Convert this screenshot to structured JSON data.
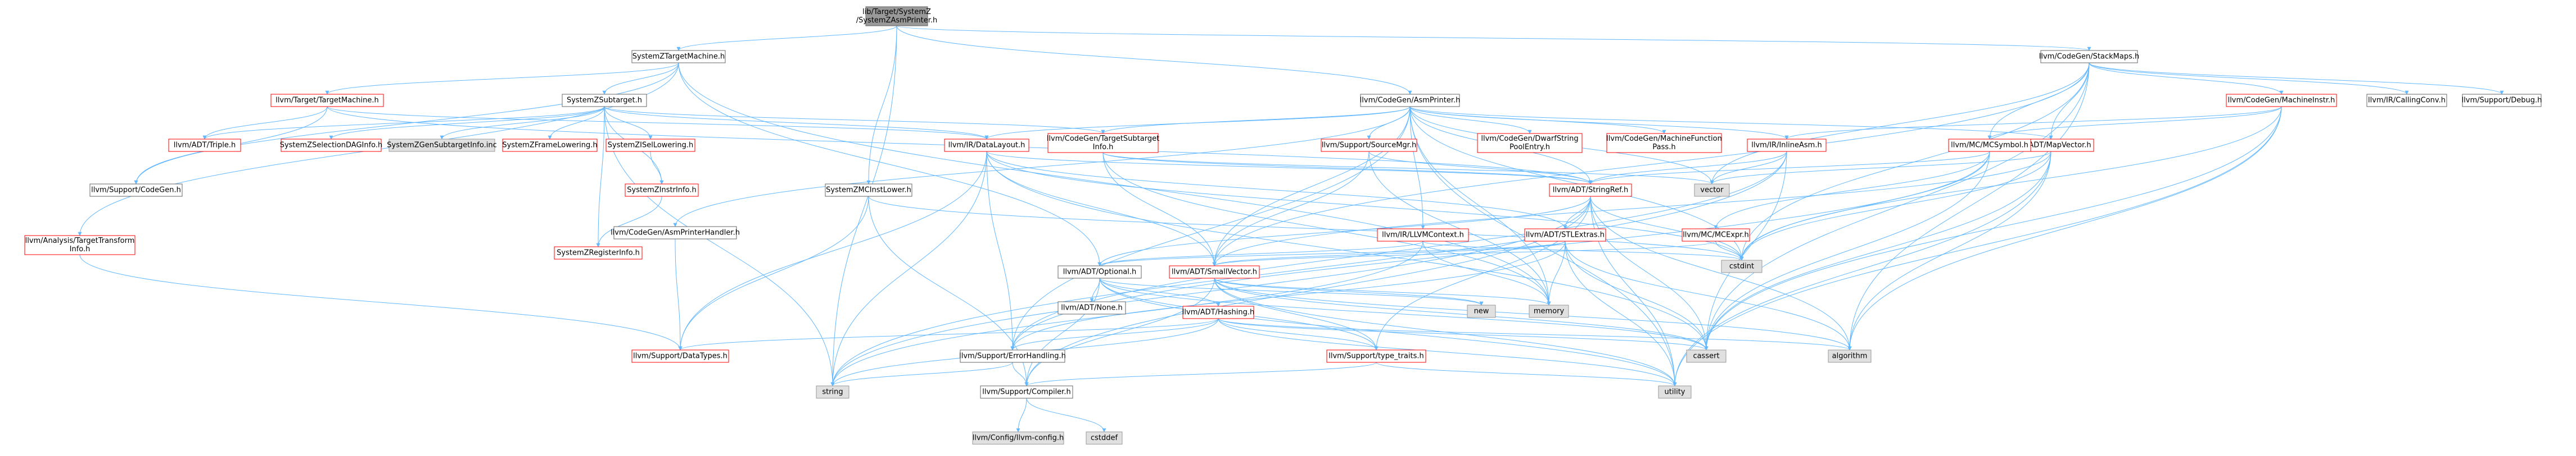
{
  "colors": {
    "root_fill": "#999999",
    "documented_border": "#666666",
    "truncated_border": "#ff0000",
    "system_fill": "#e0e0e0",
    "edge": "#63b8ff"
  },
  "nodes": [
    {
      "id": "root",
      "lines": [
        "lib/Target/SystemZ",
        "/SystemZAsmPrinter.h"
      ],
      "kind": "root"
    },
    {
      "id": "stm",
      "lines": [
        "SystemZTargetMachine.h"
      ],
      "kind": "doc"
    },
    {
      "id": "stackmaps",
      "lines": [
        "llvm/CodeGen/StackMaps.h"
      ],
      "kind": "doc"
    },
    {
      "id": "ttm",
      "lines": [
        "llvm/Target/TargetMachine.h"
      ],
      "kind": "red"
    },
    {
      "id": "subtarget",
      "lines": [
        "SystemZSubtarget.h"
      ],
      "kind": "doc"
    },
    {
      "id": "asmprinter",
      "lines": [
        "llvm/CodeGen/AsmPrinter.h"
      ],
      "kind": "doc"
    },
    {
      "id": "machineinstr",
      "lines": [
        "llvm/CodeGen/MachineInstr.h"
      ],
      "kind": "red"
    },
    {
      "id": "callingconv",
      "lines": [
        "llvm/IR/CallingConv.h"
      ],
      "kind": "doc"
    },
    {
      "id": "debug",
      "lines": [
        "llvm/Support/Debug.h"
      ],
      "kind": "doc"
    },
    {
      "id": "triple",
      "lines": [
        "llvm/ADT/Triple.h"
      ],
      "kind": "red"
    },
    {
      "id": "seldag",
      "lines": [
        "SystemZSelectionDAGInfo.h"
      ],
      "kind": "red"
    },
    {
      "id": "geninc",
      "lines": [
        "SystemZGenSubtargetInfo.inc"
      ],
      "kind": "sys"
    },
    {
      "id": "frame",
      "lines": [
        "SystemZFrameLowering.h"
      ],
      "kind": "red"
    },
    {
      "id": "isel",
      "lines": [
        "SystemZISelLowering.h"
      ],
      "kind": "red"
    },
    {
      "id": "datalayout",
      "lines": [
        "llvm/IR/DataLayout.h"
      ],
      "kind": "red"
    },
    {
      "id": "tsi",
      "lines": [
        "llvm/CodeGen/TargetSubtarget",
        "Info.h"
      ],
      "kind": "red"
    },
    {
      "id": "dwarf",
      "lines": [
        "llvm/CodeGen/DwarfString",
        "PoolEntry.h"
      ],
      "kind": "red"
    },
    {
      "id": "mfpass",
      "lines": [
        "llvm/CodeGen/MachineFunction",
        "Pass.h"
      ],
      "kind": "red"
    },
    {
      "id": "inlineasm",
      "lines": [
        "llvm/IR/InlineAsm.h"
      ],
      "kind": "red"
    },
    {
      "id": "mapvector",
      "lines": [
        "llvm/ADT/MapVector.h"
      ],
      "kind": "red"
    },
    {
      "id": "mcsymbol",
      "lines": [
        "llvm/MC/MCSymbol.h"
      ],
      "kind": "red"
    },
    {
      "id": "sourcemgr",
      "lines": [
        "llvm/Support/SourceMgr.h"
      ],
      "kind": "red"
    },
    {
      "id": "codegen",
      "lines": [
        "llvm/Support/CodeGen.h"
      ],
      "kind": "doc"
    },
    {
      "id": "instrinfo",
      "lines": [
        "SystemZInstrInfo.h"
      ],
      "kind": "red"
    },
    {
      "id": "mcinstlower",
      "lines": [
        "SystemZMCInstLower.h"
      ],
      "kind": "doc"
    },
    {
      "id": "stringref",
      "lines": [
        "llvm/ADT/StringRef.h"
      ],
      "kind": "red"
    },
    {
      "id": "vector",
      "lines": [
        "vector"
      ],
      "kind": "sys"
    },
    {
      "id": "tti",
      "lines": [
        "llvm/Analysis/TargetTransform",
        "Info.h"
      ],
      "kind": "red"
    },
    {
      "id": "reginfo",
      "lines": [
        "SystemZRegisterInfo.h"
      ],
      "kind": "red"
    },
    {
      "id": "asmhandler",
      "lines": [
        "llvm/CodeGen/AsmPrinterHandler.h"
      ],
      "kind": "doc"
    },
    {
      "id": "llvmcontext",
      "lines": [
        "llvm/IR/LLVMContext.h"
      ],
      "kind": "red"
    },
    {
      "id": "stlextras",
      "lines": [
        "llvm/ADT/STLExtras.h"
      ],
      "kind": "red"
    },
    {
      "id": "mcexpr",
      "lines": [
        "llvm/MC/MCExpr.h"
      ],
      "kind": "red"
    },
    {
      "id": "cstdint",
      "lines": [
        "cstdint"
      ],
      "kind": "sys"
    },
    {
      "id": "optional",
      "lines": [
        "llvm/ADT/Optional.h"
      ],
      "kind": "doc"
    },
    {
      "id": "smallvector",
      "lines": [
        "llvm/ADT/SmallVector.h"
      ],
      "kind": "red"
    },
    {
      "id": "none",
      "lines": [
        "llvm/ADT/None.h"
      ],
      "kind": "doc"
    },
    {
      "id": "hashing",
      "lines": [
        "llvm/ADT/Hashing.h"
      ],
      "kind": "red"
    },
    {
      "id": "new",
      "lines": [
        "new"
      ],
      "kind": "sys"
    },
    {
      "id": "memory",
      "lines": [
        "memory"
      ],
      "kind": "sys"
    },
    {
      "id": "datatypes",
      "lines": [
        "llvm/Support/DataTypes.h"
      ],
      "kind": "red"
    },
    {
      "id": "errorhandling",
      "lines": [
        "llvm/Support/ErrorHandling.h"
      ],
      "kind": "doc"
    },
    {
      "id": "typetraits",
      "lines": [
        "llvm/Support/type_traits.h"
      ],
      "kind": "red"
    },
    {
      "id": "cassert",
      "lines": [
        "cassert"
      ],
      "kind": "sys"
    },
    {
      "id": "algorithm",
      "lines": [
        "algorithm"
      ],
      "kind": "sys"
    },
    {
      "id": "string",
      "lines": [
        "string"
      ],
      "kind": "sys"
    },
    {
      "id": "compiler",
      "lines": [
        "llvm/Support/Compiler.h"
      ],
      "kind": "doc"
    },
    {
      "id": "utility",
      "lines": [
        "utility"
      ],
      "kind": "sys"
    },
    {
      "id": "config",
      "lines": [
        "llvm/Config/llvm-config.h"
      ],
      "kind": "sys"
    },
    {
      "id": "cstddef",
      "lines": [
        "cstddef"
      ],
      "kind": "sys"
    }
  ],
  "edges": [
    [
      "root",
      "stm"
    ],
    [
      "root",
      "stackmaps"
    ],
    [
      "root",
      "asmprinter"
    ],
    [
      "root",
      "mcinstlower"
    ],
    [
      "root",
      "string"
    ],
    [
      "stm",
      "ttm"
    ],
    [
      "stm",
      "subtarget"
    ],
    [
      "stm",
      "tti"
    ],
    [
      "stm",
      "optional"
    ],
    [
      "stm",
      "memory"
    ],
    [
      "stm",
      "codegen"
    ],
    [
      "ttm",
      "triple"
    ],
    [
      "ttm",
      "datalayout"
    ],
    [
      "ttm",
      "stringref"
    ],
    [
      "ttm",
      "codegen"
    ],
    [
      "subtarget",
      "seldag"
    ],
    [
      "subtarget",
      "geninc"
    ],
    [
      "subtarget",
      "frame"
    ],
    [
      "subtarget",
      "isel"
    ],
    [
      "subtarget",
      "instrinfo"
    ],
    [
      "subtarget",
      "reginfo"
    ],
    [
      "subtarget",
      "triple"
    ],
    [
      "subtarget",
      "datalayout"
    ],
    [
      "subtarget",
      "tsi"
    ],
    [
      "subtarget",
      "string"
    ],
    [
      "isel",
      "instrinfo"
    ],
    [
      "instrinfo",
      "reginfo"
    ],
    [
      "asmprinter",
      "tsi"
    ],
    [
      "asmprinter",
      "dwarf"
    ],
    [
      "asmprinter",
      "mfpass"
    ],
    [
      "asmprinter",
      "inlineasm"
    ],
    [
      "asmprinter",
      "mapvector"
    ],
    [
      "asmprinter",
      "sourcemgr"
    ],
    [
      "asmprinter",
      "stringref"
    ],
    [
      "asmprinter",
      "smallvector"
    ],
    [
      "asmprinter",
      "errorhandling"
    ],
    [
      "asmprinter",
      "memory"
    ],
    [
      "asmprinter",
      "vector"
    ],
    [
      "asmprinter",
      "cstdint"
    ],
    [
      "asmprinter",
      "utility"
    ],
    [
      "asmprinter",
      "datalayout"
    ],
    [
      "asmprinter",
      "asmhandler"
    ],
    [
      "asmprinter",
      "llvmcontext"
    ],
    [
      "stackmaps",
      "machineinstr"
    ],
    [
      "stackmaps",
      "callingconv"
    ],
    [
      "stackmaps",
      "debug"
    ],
    [
      "stackmaps",
      "mcsymbol"
    ],
    [
      "stackmaps",
      "mapvector"
    ],
    [
      "stackmaps",
      "smallvector"
    ],
    [
      "stackmaps",
      "algorithm"
    ],
    [
      "stackmaps",
      "cassert"
    ],
    [
      "stackmaps",
      "cstdint"
    ],
    [
      "stackmaps",
      "vector"
    ],
    [
      "machineinstr",
      "inlineasm"
    ],
    [
      "machineinstr",
      "mcsymbol"
    ],
    [
      "machineinstr",
      "algorithm"
    ],
    [
      "machineinstr",
      "cassert"
    ],
    [
      "machineinstr",
      "cstdint"
    ],
    [
      "machineinstr",
      "utility"
    ],
    [
      "mapvector",
      "smallvector"
    ],
    [
      "mapvector",
      "algorithm"
    ],
    [
      "mapvector",
      "cassert"
    ],
    [
      "mapvector",
      "cstdint"
    ],
    [
      "mapvector",
      "utility"
    ],
    [
      "mapvector",
      "vector"
    ],
    [
      "mcsymbol",
      "stringref"
    ],
    [
      "mcsymbol",
      "mcexpr"
    ],
    [
      "mcsymbol",
      "errorhandling"
    ],
    [
      "mcsymbol",
      "cassert"
    ],
    [
      "mcsymbol",
      "cstdint"
    ],
    [
      "inlineasm",
      "stringref"
    ],
    [
      "inlineasm",
      "errorhandling"
    ],
    [
      "inlineasm",
      "cassert"
    ],
    [
      "inlineasm",
      "string"
    ],
    [
      "inlineasm",
      "vector"
    ],
    [
      "datalayout",
      "stringref"
    ],
    [
      "datalayout",
      "smallvector"
    ],
    [
      "datalayout",
      "stlextras"
    ],
    [
      "datalayout",
      "datatypes"
    ],
    [
      "datalayout",
      "errorhandling"
    ],
    [
      "datalayout",
      "cassert"
    ],
    [
      "datalayout",
      "cstdint"
    ],
    [
      "datalayout",
      "string"
    ],
    [
      "tsi",
      "stringref"
    ],
    [
      "tsi",
      "smallvector"
    ],
    [
      "tsi",
      "memory"
    ],
    [
      "tsi",
      "vector"
    ],
    [
      "sourcemgr",
      "stringref"
    ],
    [
      "sourcemgr",
      "smallvector"
    ],
    [
      "sourcemgr",
      "memory"
    ],
    [
      "mcinstlower",
      "datatypes"
    ],
    [
      "mcinstlower",
      "compiler"
    ],
    [
      "mcinstlower",
      "cstdint"
    ],
    [
      "stringref",
      "stlextras"
    ],
    [
      "stringref",
      "compiler"
    ],
    [
      "stringref",
      "algorithm"
    ],
    [
      "stringref",
      "cassert"
    ],
    [
      "stringref",
      "cstdint"
    ],
    [
      "stringref",
      "string"
    ],
    [
      "stringref",
      "utility"
    ],
    [
      "stringref",
      "optional"
    ],
    [
      "stringref",
      "typetraits"
    ],
    [
      "tti",
      "datatypes"
    ],
    [
      "asmhandler",
      "datatypes"
    ],
    [
      "llvmcontext",
      "memory"
    ],
    [
      "llvmcontext",
      "cstdint"
    ],
    [
      "llvmcontext",
      "string"
    ],
    [
      "llvmcontext",
      "optional"
    ],
    [
      "stlextras",
      "optional"
    ],
    [
      "stlextras",
      "smallvector"
    ],
    [
      "stlextras",
      "errorhandling"
    ],
    [
      "stlextras",
      "memory"
    ],
    [
      "stlextras",
      "algorithm"
    ],
    [
      "stlextras",
      "cassert"
    ],
    [
      "stlextras",
      "utility"
    ],
    [
      "mcexpr",
      "smallvector"
    ],
    [
      "mcexpr",
      "cstdint"
    ],
    [
      "optional",
      "none"
    ],
    [
      "optional",
      "hashing"
    ],
    [
      "optional",
      "compiler"
    ],
    [
      "optional",
      "typetraits"
    ],
    [
      "optional",
      "cassert"
    ],
    [
      "optional",
      "new"
    ],
    [
      "optional",
      "utility"
    ],
    [
      "smallvector",
      "compiler"
    ],
    [
      "smallvector",
      "typetraits"
    ],
    [
      "smallvector",
      "algorithm"
    ],
    [
      "smallvector",
      "cassert"
    ],
    [
      "smallvector",
      "memory"
    ],
    [
      "smallvector",
      "new"
    ],
    [
      "smallvector",
      "utility"
    ],
    [
      "hashing",
      "errorhandling"
    ],
    [
      "hashing",
      "datatypes"
    ],
    [
      "hashing",
      "typetraits"
    ],
    [
      "hashing",
      "algorithm"
    ],
    [
      "hashing",
      "cassert"
    ],
    [
      "hashing",
      "string"
    ],
    [
      "hashing",
      "utility"
    ],
    [
      "errorhandling",
      "compiler"
    ],
    [
      "errorhandling",
      "string"
    ],
    [
      "typetraits",
      "compiler"
    ],
    [
      "typetraits",
      "utility"
    ],
    [
      "compiler",
      "config"
    ],
    [
      "compiler",
      "cstddef"
    ]
  ]
}
